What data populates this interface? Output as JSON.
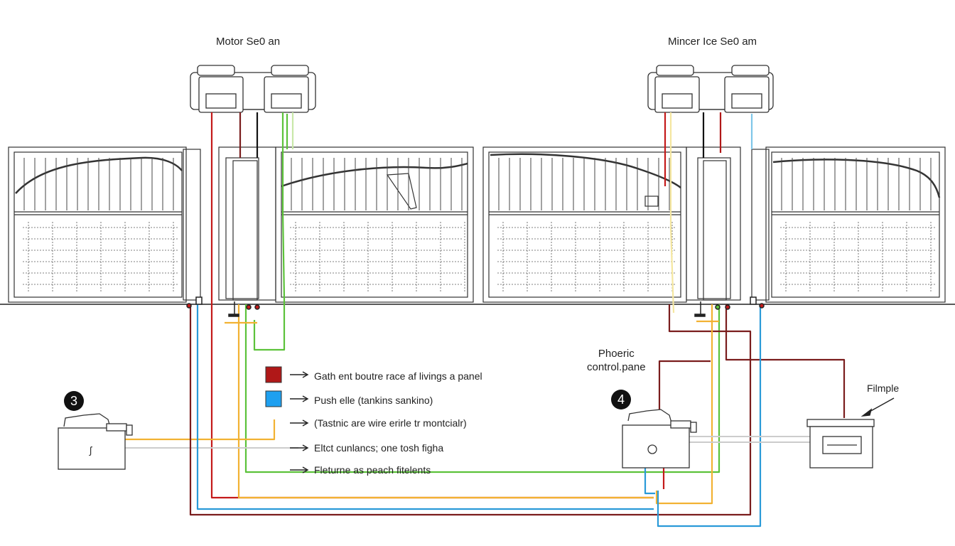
{
  "labels": {
    "motor_left": "Motor Se0 an",
    "motor_right": "Mincer Ice  Se0 am",
    "control_panel": "Phoeric\ncontrol.pane",
    "filmple": "Filmple"
  },
  "badges": {
    "left": "3",
    "right": "4"
  },
  "legend": [
    {
      "color": "#b01818",
      "text": "Gath ent boutre race af livings a panel"
    },
    {
      "color": "#1ea0f0",
      "text": "Push elle (tankins sankino)"
    },
    {
      "color": "",
      "text": "(Tastnic are wire erirle tr montcialr)"
    },
    {
      "color": "",
      "text": "Eltct cunlancs; one tosh figha"
    },
    {
      "color": "",
      "text": "Fleturne as peach fitelents"
    }
  ],
  "wire_colors": {
    "red": "#c41a1a",
    "dark_red": "#7a1d1d",
    "green": "#5cc23a",
    "yellow": "#f2b233",
    "blue": "#2a9ad8",
    "light_blue": "#7fc6e8",
    "black": "#111111"
  },
  "icons": {
    "motor": "gate-motor-icon",
    "control_box": "control-box-icon",
    "receiver": "receiver-box-icon"
  }
}
